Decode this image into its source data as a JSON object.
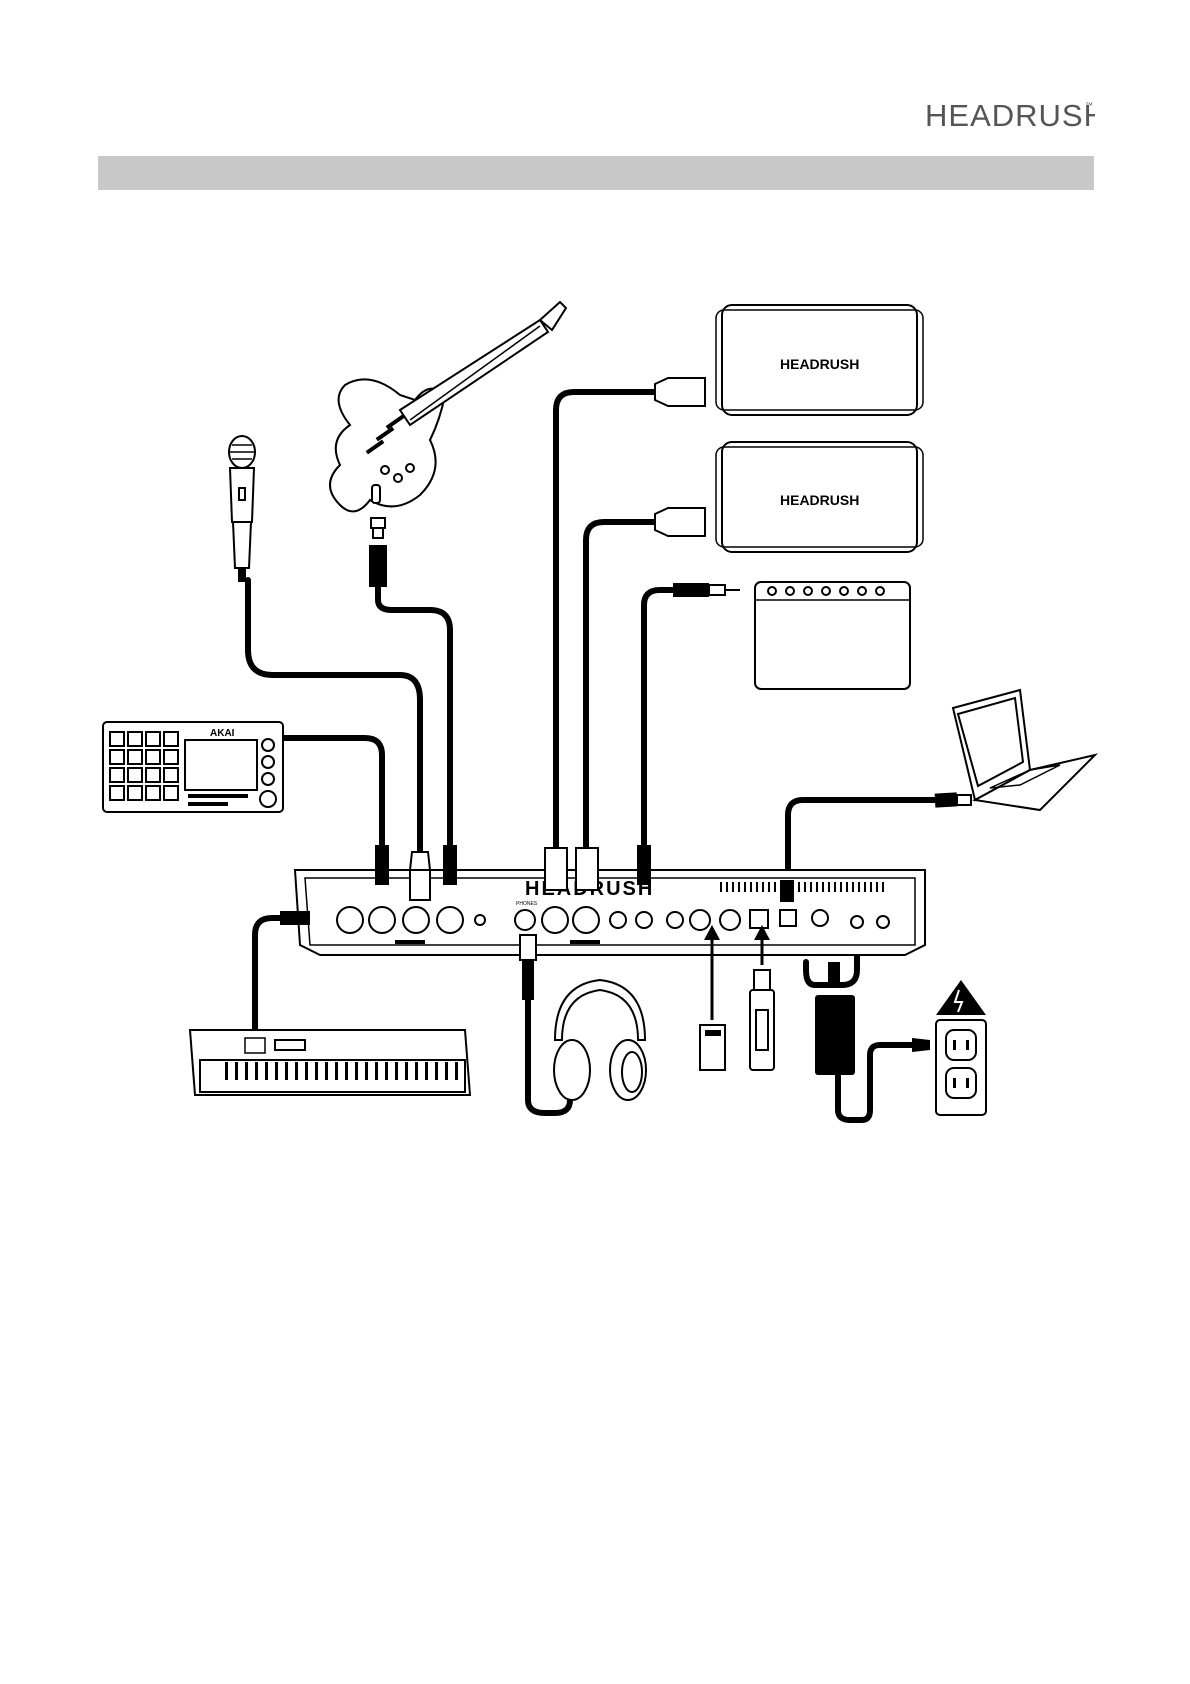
{
  "brand": {
    "logo_text": "HEADRUSH",
    "trademark": "™"
  },
  "header_bar": {
    "text": ""
  },
  "diagram": {
    "labels": {
      "main_unit": "HEADRUSH",
      "speaker_top": "HEADRUSH",
      "speaker_bottom": "HEADRUSH",
      "sampler": "AKAI",
      "phones": "PHONES"
    }
  }
}
